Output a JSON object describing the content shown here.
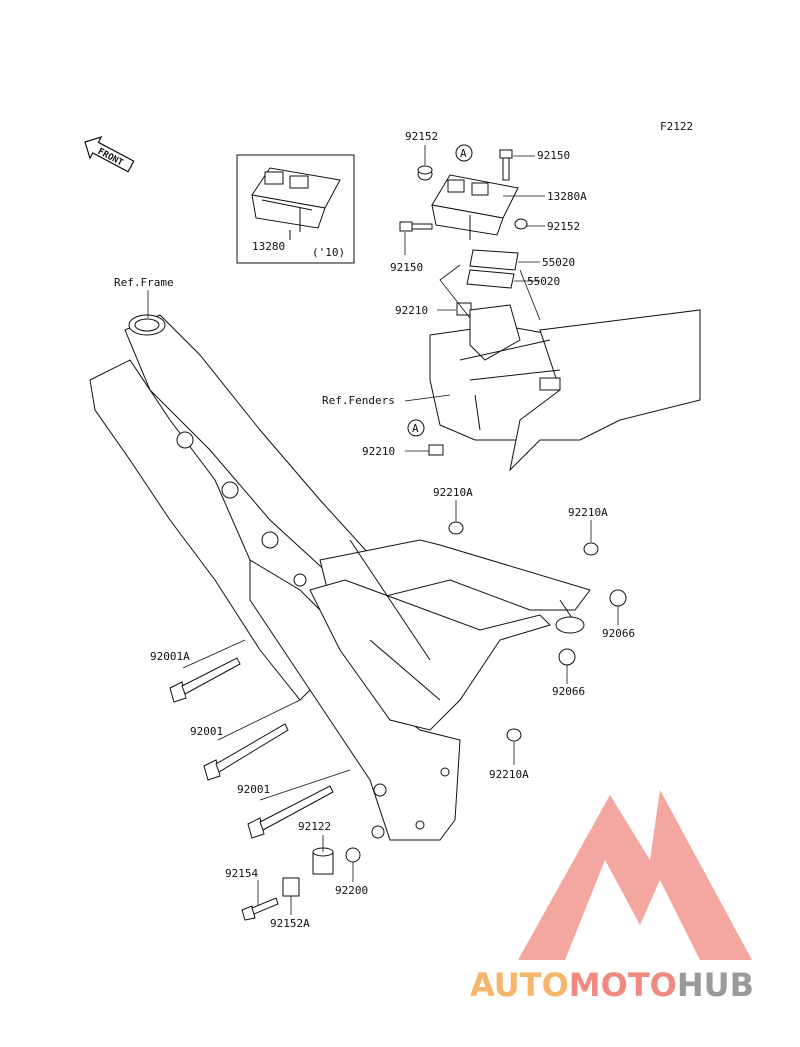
{
  "figure_code": "F2122",
  "front_label": "FRONT",
  "labels": {
    "p92152_top": "92152",
    "p92150_top": "92150",
    "p13280A": "13280A",
    "p92152_right": "92152",
    "p92150_left": "92150",
    "p55020_a": "55020",
    "p55020_b": "55020",
    "p92210_top": "92210",
    "p92210_bottom": "92210",
    "ref_frame": "Ref.Frame",
    "ref_fenders": "Ref.Fenders",
    "p92210A_1": "92210A",
    "p92210A_2": "92210A",
    "p92066_1": "92066",
    "p92066_2": "92066",
    "p92001A": "92001A",
    "p92001_1": "92001",
    "p92001_2": "92001",
    "p92122": "92122",
    "p92154": "92154",
    "p92200": "92200",
    "p92152A": "92152A",
    "p92210A_3": "92210A",
    "p13280": "13280",
    "inset_year": "('10)",
    "callout_a": "A"
  },
  "watermark": {
    "part1": "AUTO",
    "part2": "MOTO",
    "part3": "HUB",
    "color1": "#f5b56a",
    "color2": "#f08a80",
    "color3": "#9a9a9a",
    "logo_color": "#f08a80"
  }
}
